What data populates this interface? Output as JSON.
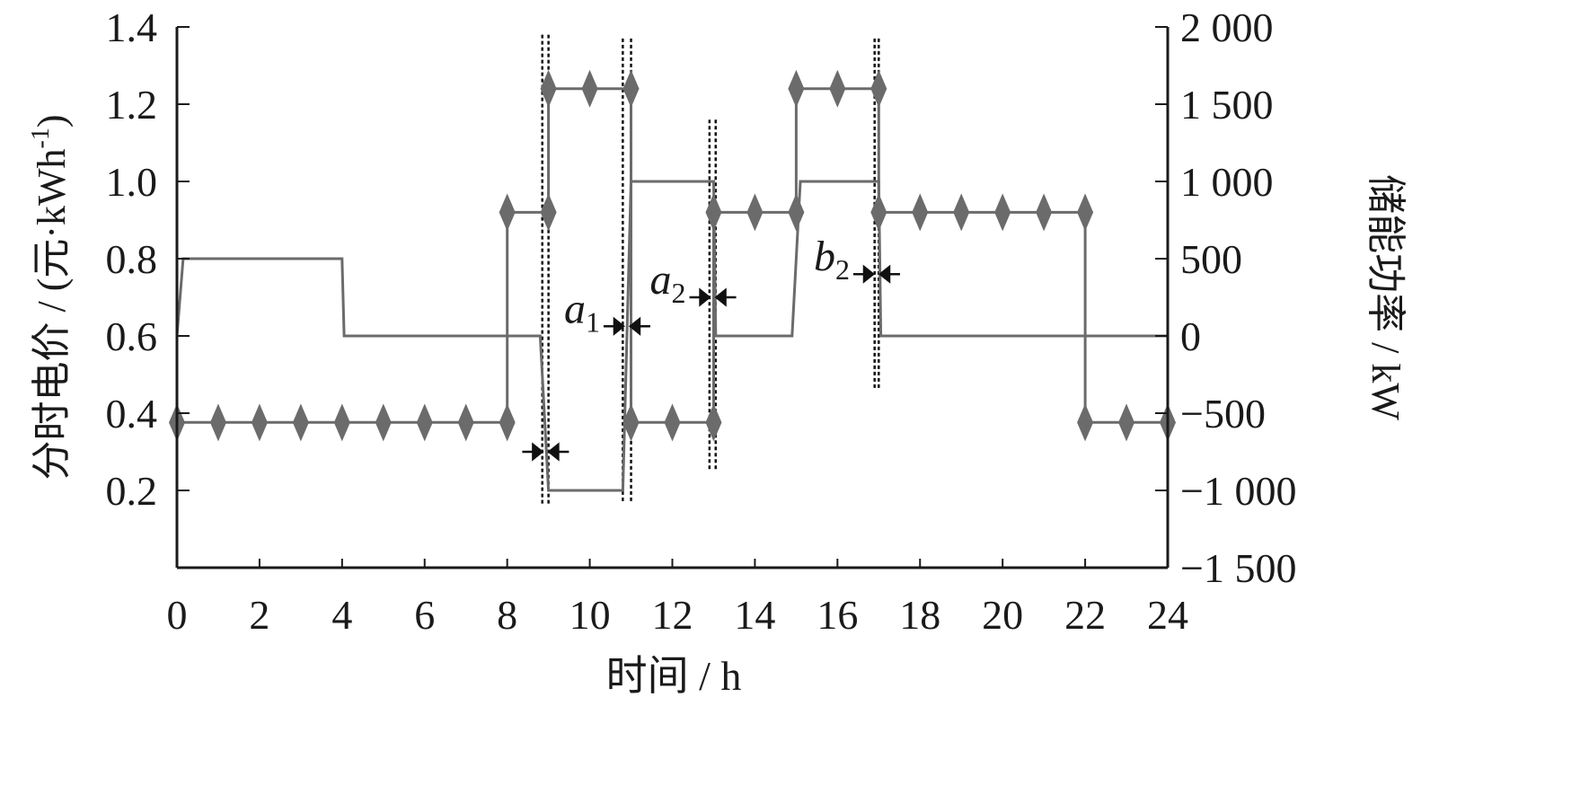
{
  "chart_data": {
    "type": "line",
    "title": "",
    "xlabel": "时间 / h",
    "ylabel_left": "分时电价 / (元·kWh⁻¹)",
    "ylabel_left_parts": {
      "main": "分时电价 / (元·kWh",
      "sup": "-1",
      "close": ")"
    },
    "ylabel_right": "储能功率 / kW",
    "xlim": [
      0,
      24
    ],
    "ylim_left": [
      0,
      1.4
    ],
    "ylim_right": [
      -1500,
      2000
    ],
    "x_ticks": [
      "0",
      "2",
      "4",
      "6",
      "8",
      "10",
      "12",
      "14",
      "16",
      "18",
      "20",
      "22",
      "24"
    ],
    "x_tick_values": [
      0,
      2,
      4,
      6,
      8,
      10,
      12,
      14,
      16,
      18,
      20,
      22,
      24
    ],
    "left_ticks": [
      "0.2",
      "0.4",
      "0.6",
      "0.8",
      "1.0",
      "1.2",
      "1.4"
    ],
    "left_tick_values": [
      0.2,
      0.4,
      0.6,
      0.8,
      1.0,
      1.2,
      1.4
    ],
    "right_ticks": [
      "−1 500",
      "−1 000",
      "−500",
      "0",
      "500",
      "1 000",
      "1 500",
      "2 000"
    ],
    "right_tick_values": [
      -1500,
      -1000,
      -500,
      0,
      500,
      1000,
      1500,
      2000
    ],
    "series": [
      {
        "name": "分时电价",
        "axis": "left",
        "marker": "none",
        "points": [
          [
            0,
            0.6
          ],
          [
            0.15,
            0.8
          ],
          [
            4,
            0.8
          ],
          [
            4.05,
            0.6
          ],
          [
            8.8,
            0.6
          ],
          [
            9.0,
            0.2
          ],
          [
            10.8,
            0.2
          ],
          [
            11.0,
            1.0
          ],
          [
            13.0,
            1.0
          ],
          [
            13.05,
            0.6
          ],
          [
            14.9,
            0.6
          ],
          [
            15.1,
            1.0
          ],
          [
            17.0,
            1.0
          ],
          [
            17.05,
            0.6
          ],
          [
            24,
            0.6
          ]
        ]
      },
      {
        "name": "储能功率",
        "axis": "right",
        "marker": "diamond",
        "points": [
          [
            0,
            -560
          ],
          [
            1,
            -560
          ],
          [
            2,
            -560
          ],
          [
            3,
            -560
          ],
          [
            4,
            -560
          ],
          [
            5,
            -560
          ],
          [
            6,
            -560
          ],
          [
            7,
            -560
          ],
          [
            8,
            -560
          ],
          [
            8,
            800
          ],
          [
            9,
            800
          ],
          [
            9,
            1600
          ],
          [
            10,
            1600
          ],
          [
            11,
            1600
          ],
          [
            11,
            -560
          ],
          [
            12,
            -560
          ],
          [
            13,
            -560
          ],
          [
            13,
            800
          ],
          [
            14,
            800
          ],
          [
            15,
            800
          ],
          [
            15,
            1600
          ],
          [
            16,
            1600
          ],
          [
            17,
            1600
          ],
          [
            17,
            800
          ],
          [
            18,
            800
          ],
          [
            19,
            800
          ],
          [
            20,
            800
          ],
          [
            21,
            800
          ],
          [
            22,
            800
          ],
          [
            22,
            -560
          ],
          [
            23,
            -560
          ],
          [
            24,
            -560
          ]
        ]
      }
    ],
    "guides": [
      {
        "x": [
          8.85,
          9.0
        ],
        "yrange": [
          0.165,
          1.38
        ]
      },
      {
        "x": [
          10.8,
          11.0
        ],
        "yrange": [
          0.17,
          1.37
        ]
      },
      {
        "x": [
          12.9,
          13.05
        ],
        "yrange": [
          0.25,
          1.16
        ]
      },
      {
        "x": [
          16.9,
          17.0
        ],
        "yrange": [
          0.46,
          1.37
        ]
      }
    ],
    "annotations": [
      {
        "label": "",
        "sub": "",
        "x": 8.93,
        "y": 0.3
      },
      {
        "label": "a",
        "sub": "1",
        "x": 10.9,
        "y": 0.625
      },
      {
        "label": "a",
        "sub": "2",
        "x": 12.98,
        "y": 0.7
      },
      {
        "label": "b",
        "sub": "2",
        "x": 16.95,
        "y": 0.76
      }
    ],
    "colors": {
      "series": "#6b6b6b",
      "axis": "#1a1a1a",
      "guide": "#111111"
    },
    "grid": false,
    "legend": "none"
  }
}
